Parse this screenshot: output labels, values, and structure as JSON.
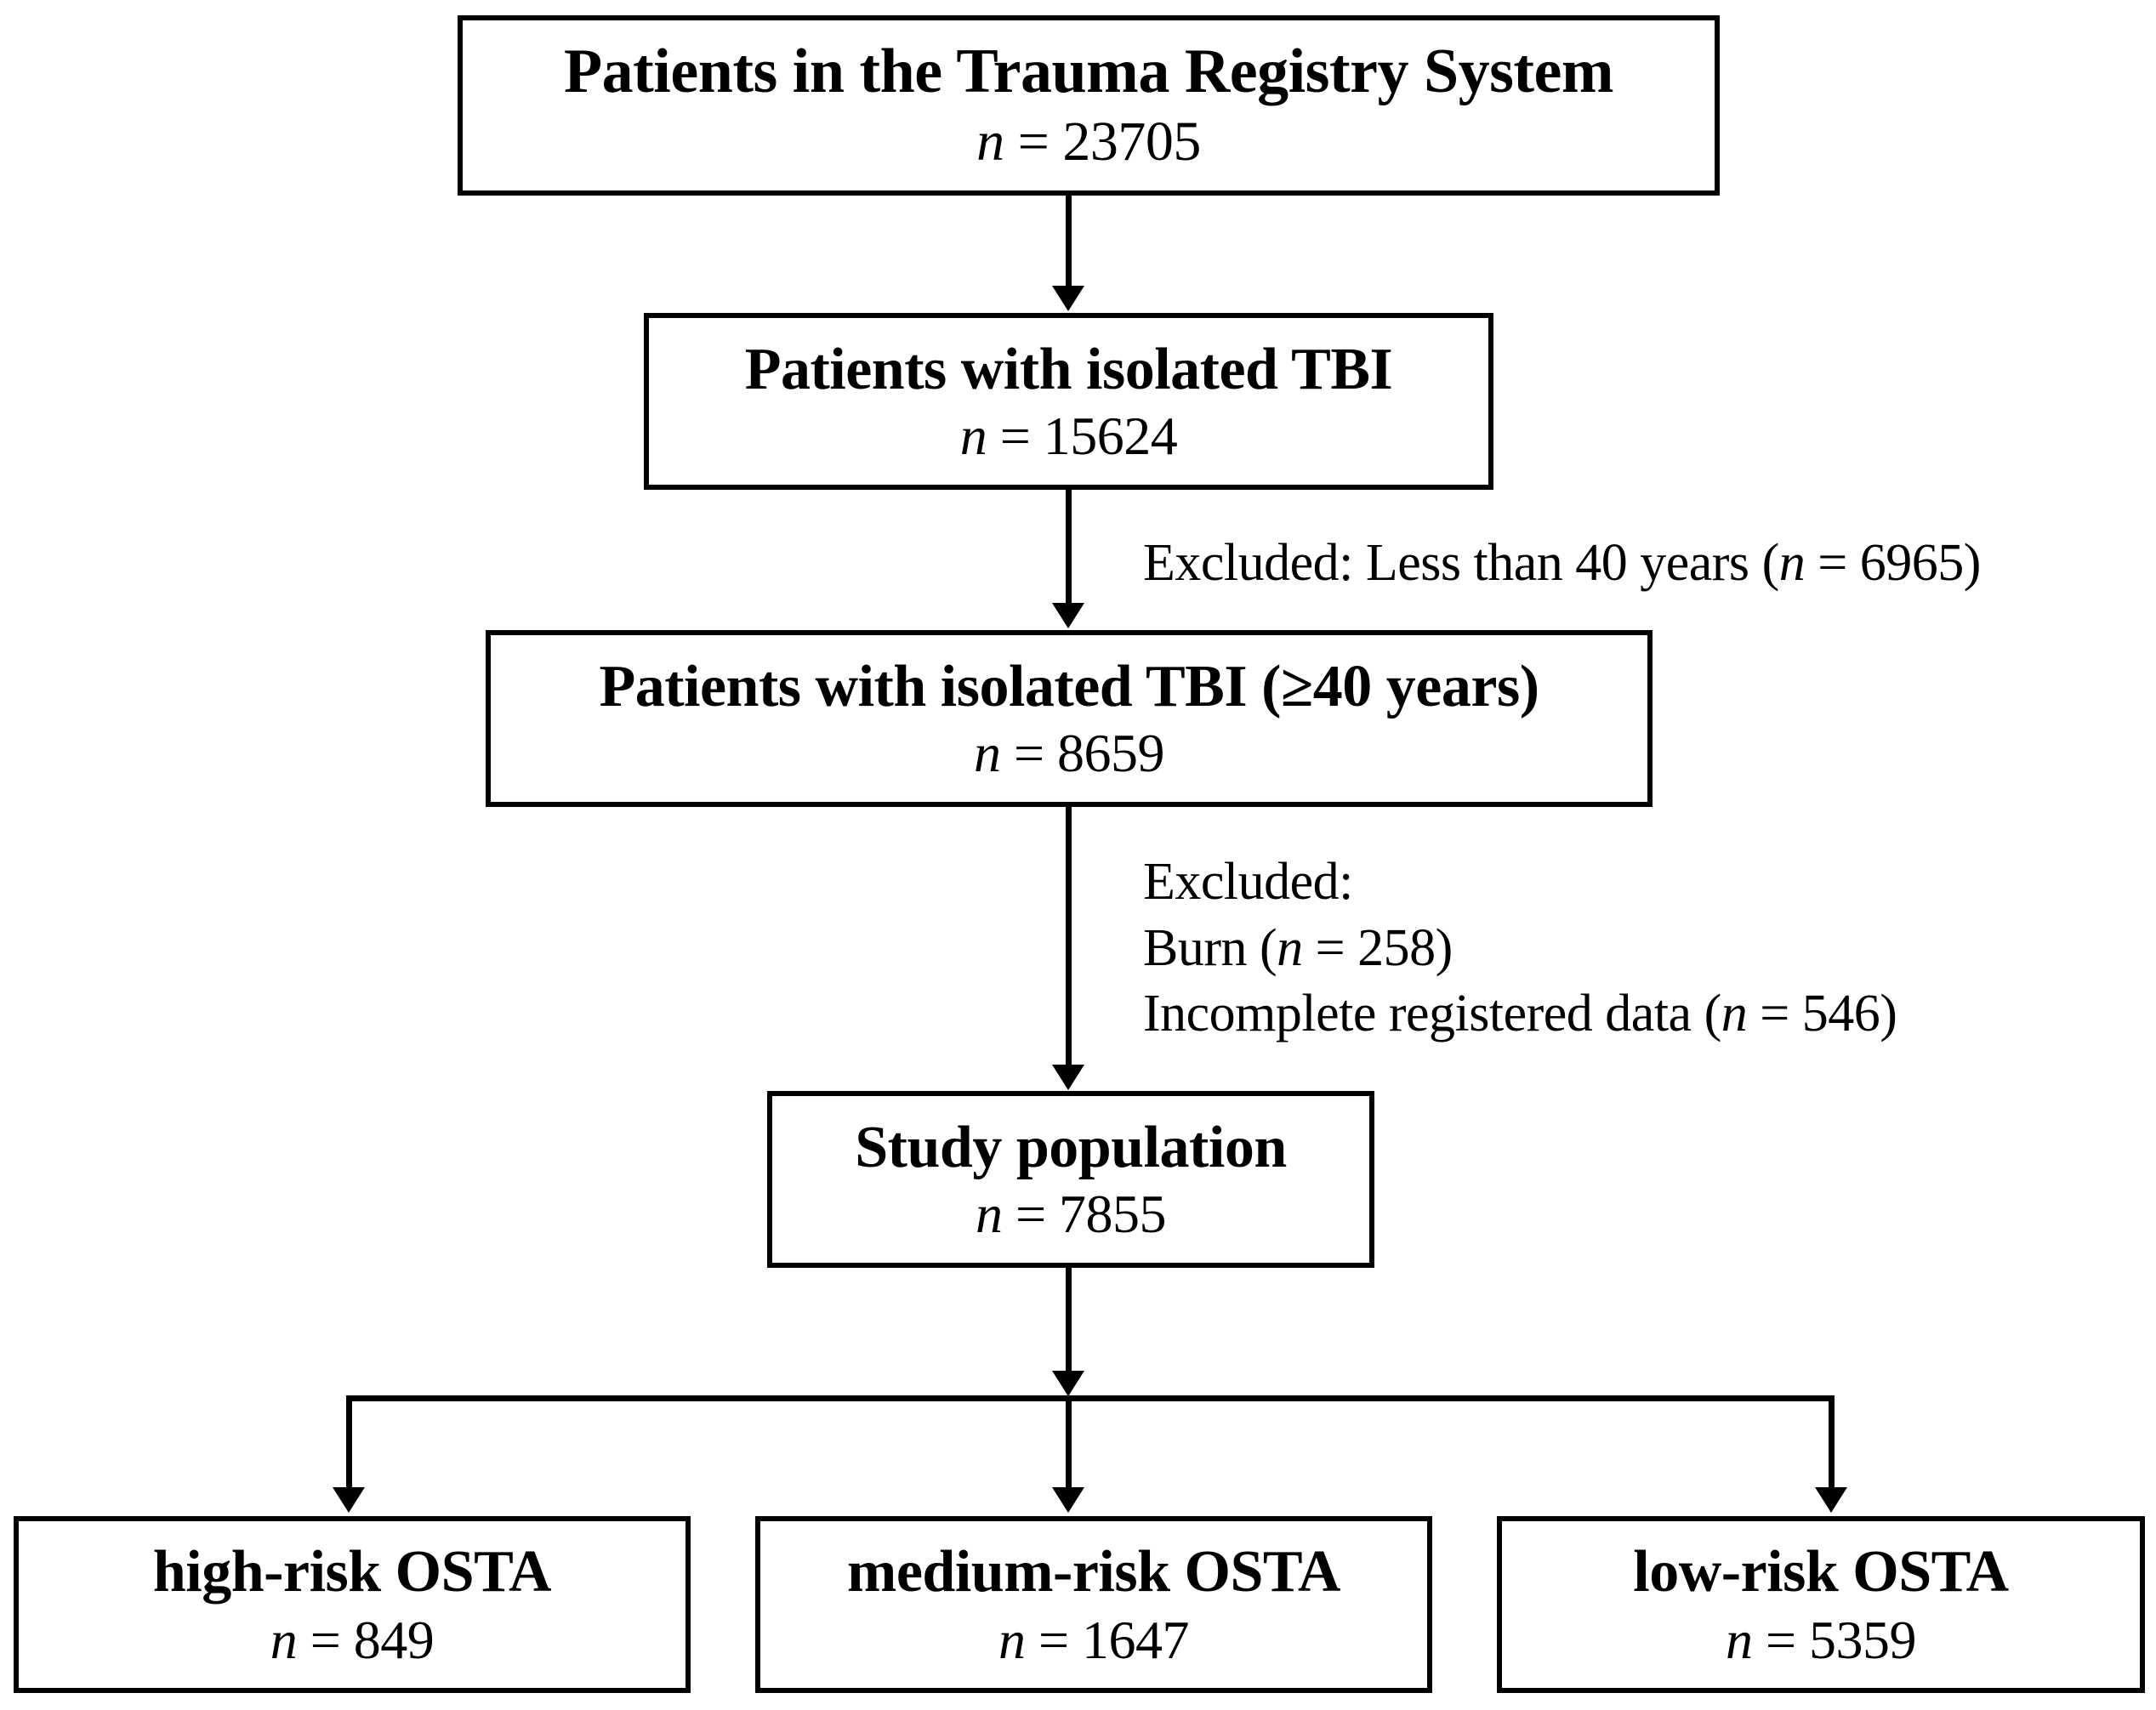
{
  "diagram": {
    "type": "study-flow-diagram",
    "nodes": [
      {
        "id": "registry",
        "title": "Patients in the Trauma Registry System",
        "n_label": "n",
        "eq": " = ",
        "n_value": "23705",
        "count_text": "n = 23705"
      },
      {
        "id": "tbi",
        "title": "Patients with isolated TBI",
        "n_label": "n",
        "eq": " = ",
        "n_value": "15624",
        "count_text": "n = 15624"
      },
      {
        "id": "tbi40",
        "title": "Patients with isolated TBI (≥40 years)",
        "n_label": "n",
        "eq": " = ",
        "n_value": "8659",
        "count_text": "n = 8659"
      },
      {
        "id": "study",
        "title": "Study population",
        "n_label": "n",
        "eq": " = ",
        "n_value": "7855",
        "count_text": "n = 7855"
      },
      {
        "id": "high",
        "title": "high-risk OSTA",
        "n_label": "n",
        "eq": " = ",
        "n_value": "849",
        "count_text": "n = 849"
      },
      {
        "id": "medium",
        "title": "medium-risk OSTA",
        "n_label": "n",
        "eq": " = ",
        "n_value": "1647",
        "count_text": "n = 1647"
      },
      {
        "id": "low",
        "title": "low-risk OSTA",
        "n_label": "n",
        "eq": " = ",
        "n_value": "5359",
        "count_text": "n = 5359"
      }
    ],
    "annotations": {
      "age_exclusion": {
        "prefix": "Excluded: Less than 40 years (",
        "n_label": "n",
        "eq": " = ",
        "n_value": "6965",
        "suffix": ")",
        "full_text": "Excluded: Less than 40 years (n = 6965)"
      },
      "other_exclusions": {
        "header": "Excluded:",
        "items": [
          {
            "prefix": "Burn (",
            "n_label": "n",
            "eq": " = ",
            "n_value": "258",
            "suffix": ")",
            "full_text": "Burn (n = 258)"
          },
          {
            "prefix": "Incomplete registered data (",
            "n_label": "n",
            "eq": " = ",
            "n_value": "546",
            "suffix": ")",
            "full_text": "Incomplete registered data (n = 546)"
          }
        ]
      }
    },
    "colors": {
      "stroke": "#000000",
      "background": "#ffffff",
      "text": "#000000"
    }
  }
}
